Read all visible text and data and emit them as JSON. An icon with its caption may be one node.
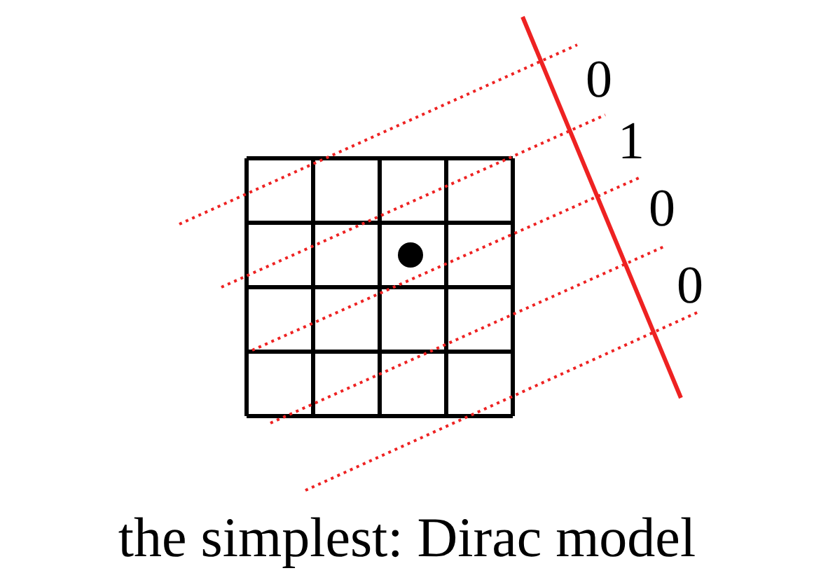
{
  "diagram": {
    "caption": "the simplest: Dirac model",
    "labels": [
      "0",
      "1",
      "0",
      "0"
    ]
  }
}
